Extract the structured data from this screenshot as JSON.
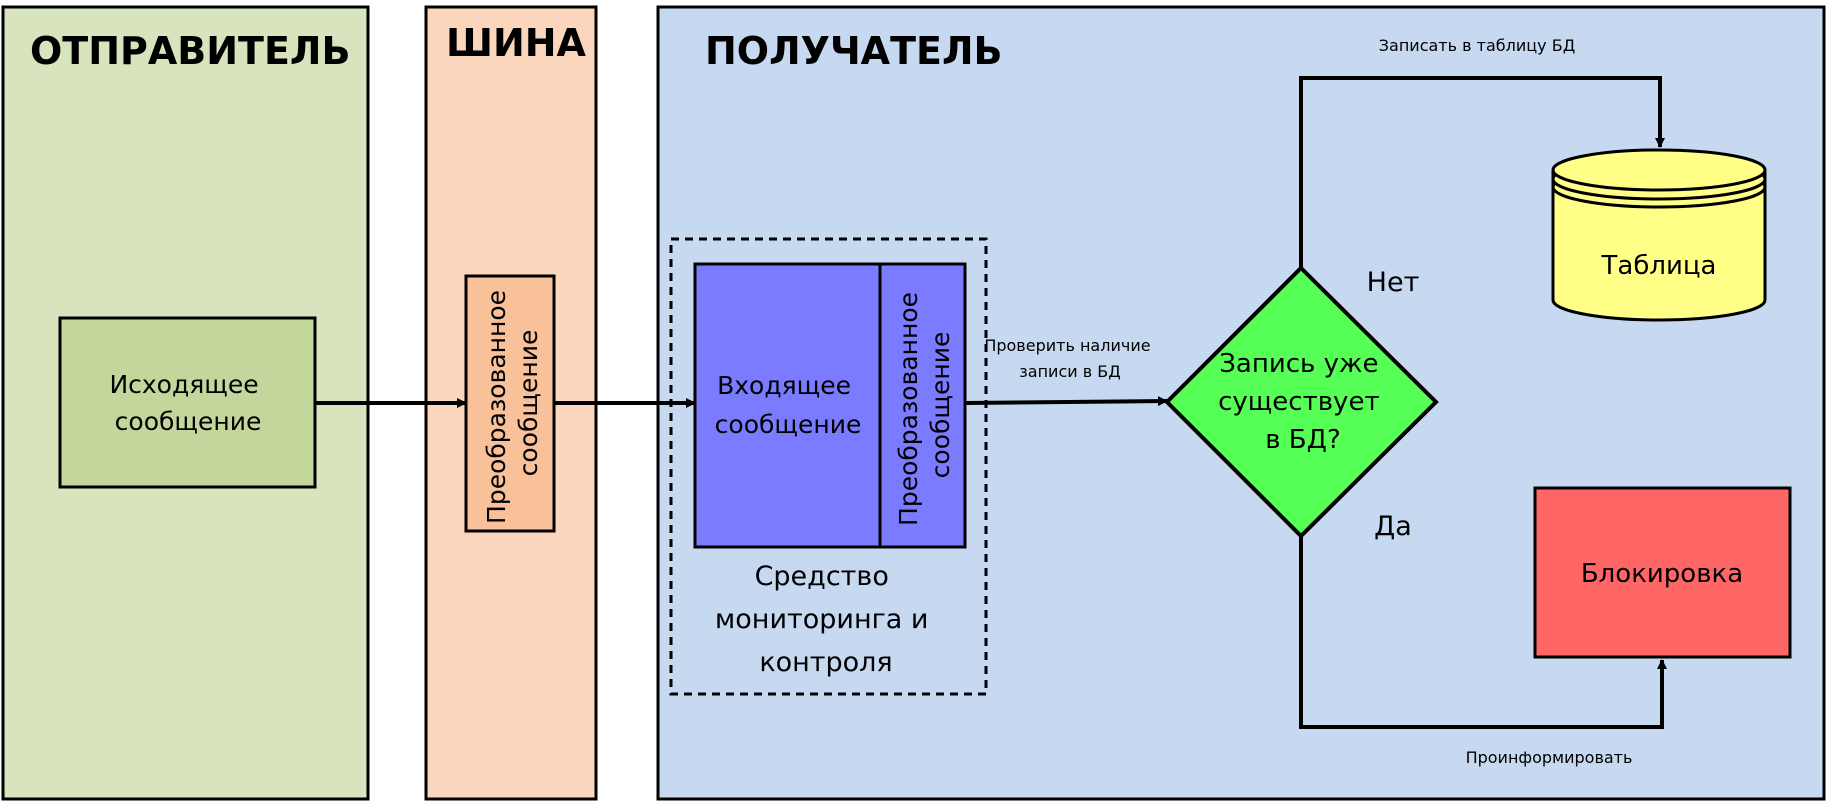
{
  "lanes": {
    "sender": "ОТПРАВИТЕЛЬ",
    "bus": "ШИНА",
    "receiver": "ПОЛУЧАТЕЛЬ"
  },
  "nodes": {
    "outgoing": [
      "Исходящее",
      "сообщение"
    ],
    "transformed_bus": [
      "Преобразованное",
      "сообщение"
    ],
    "incoming": [
      "Входящее",
      "сообщение"
    ],
    "transformed_monitor": [
      "Преобразованное",
      "сообщение"
    ],
    "monitor_tool": [
      "Средство",
      "мониторинга и",
      "контроля"
    ],
    "decision": [
      "Запись уже",
      "существует",
      "в БД?"
    ],
    "table": "Таблица",
    "block": "Блокировка"
  },
  "edges": {
    "check": [
      "Проверить наличие",
      "записи в БД"
    ],
    "write": "Записать в таблицу БД",
    "inform": "Проинформировать",
    "no": "Нет",
    "yes": "Да"
  },
  "colors": {
    "sender_lane": "#d7e4bd",
    "bus_lane": "#fad7bc",
    "receiver_lane": "#c6d9f0",
    "outgoing": "#c3d69b",
    "transformed_bus": "#f9c19a",
    "incoming": "#7b7bff",
    "decision": "#55ff55",
    "table": "#ffff88",
    "block": "#ff6666"
  }
}
